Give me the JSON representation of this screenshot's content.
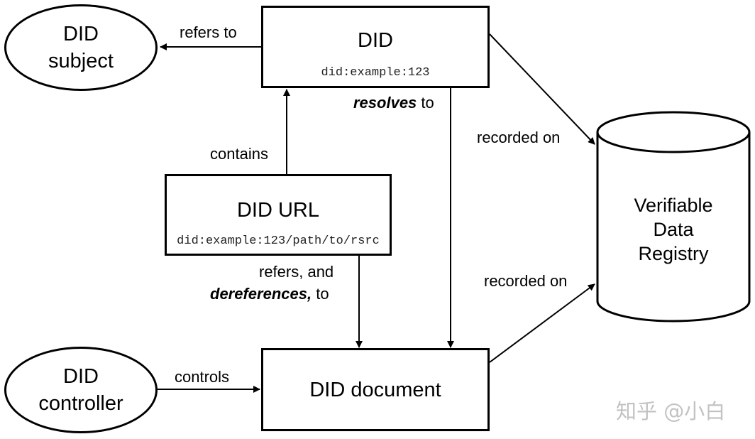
{
  "nodes": {
    "did_subject": {
      "line1": "DID",
      "line2": "subject"
    },
    "did": {
      "title": "DID",
      "example": "did:example:123"
    },
    "did_url": {
      "title": "DID URL",
      "example": "did:example:123/path/to/rsrc"
    },
    "did_controller": {
      "line1": "DID",
      "line2": "controller"
    },
    "did_document": {
      "title": "DID document"
    },
    "registry": {
      "line1": "Verifiable",
      "line2": "Data",
      "line3": "Registry"
    }
  },
  "edges": {
    "refers_to": "refers to",
    "contains": "contains",
    "resolves_bold": "resolves",
    "resolves_rest": " to",
    "refers_and": "refers, and",
    "dereferences_bold": "dereferences,",
    "dereferences_rest": " to",
    "recorded_on_top": "recorded on",
    "recorded_on_bottom": "recorded on",
    "controls": "controls"
  },
  "watermark": "知乎 @小白"
}
